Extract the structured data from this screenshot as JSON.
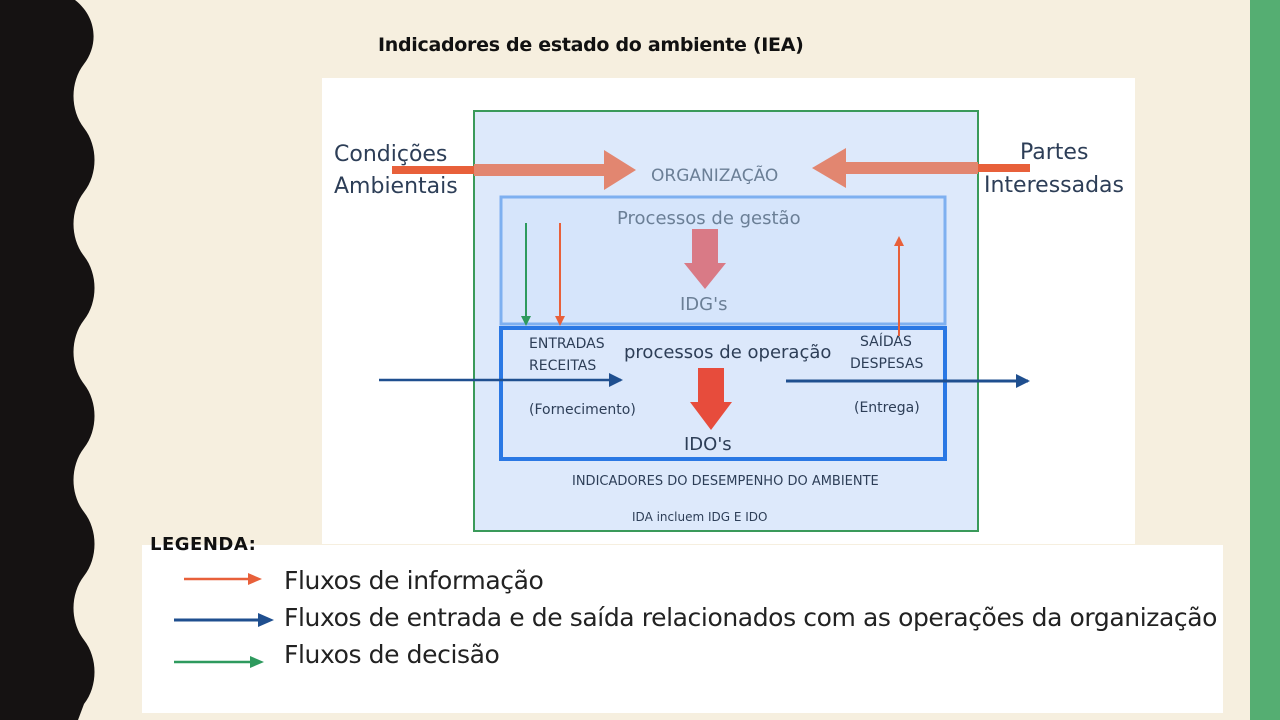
{
  "slide": {
    "title": "Indicadores de estado do ambiente (IEA)",
    "colors": {
      "background": "#f6efdf",
      "right_bar": "#55ae72",
      "left_wave": "#151212",
      "info_flow": "#e8603a",
      "operation_flow": "#1f4f8f",
      "decision_flow": "#2e9a5e"
    }
  },
  "diagram": {
    "left_label_line1": "Condições",
    "left_label_line2": "Ambientais",
    "right_label_line1": "Partes",
    "right_label_line2": "Interessadas",
    "organization_label": "ORGANIZAÇÃO",
    "management_processes": "Processos de gestão",
    "idg_label": "IDG's",
    "operation_processes": "processos de operação",
    "inputs_line1": "ENTRADAS",
    "inputs_line2": "RECEITAS",
    "supply_label": "(Fornecimento)",
    "outputs_line1": "SAÍDAS",
    "outputs_line2": "DESPESAS",
    "delivery_label": "(Entrega)",
    "ido_label": "IDO's",
    "environmental_performance": "INDICADORES DO DESEMPENHO DO AMBIENTE",
    "ida_note": "IDA incluem IDG E IDO"
  },
  "legend": {
    "heading": "LEGENDA:",
    "items": [
      {
        "label": "Fluxos de informação",
        "icon": "orange-arrow-icon"
      },
      {
        "label": "Fluxos de entrada e de saída relacionados com as operações da organização",
        "icon": "blue-arrow-icon"
      },
      {
        "label": "Fluxos de decisão",
        "icon": "green-arrow-icon"
      }
    ]
  }
}
